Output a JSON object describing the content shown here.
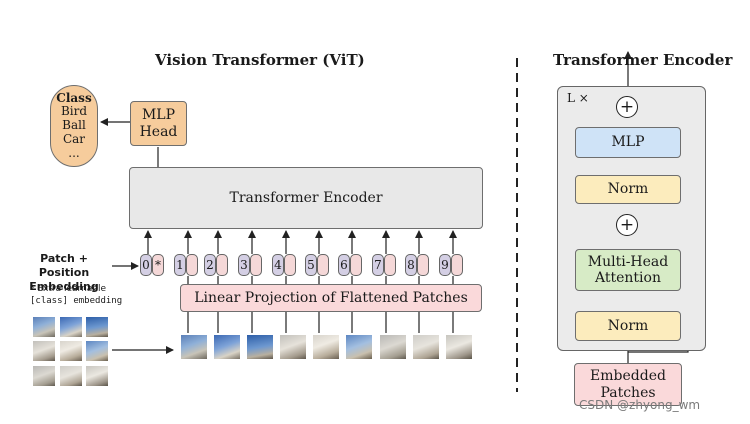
{
  "vit": {
    "title": "Vision Transformer (ViT)",
    "class_box": {
      "title": "Class",
      "items": [
        "Bird",
        "Ball",
        "Car",
        "..."
      ]
    },
    "mlp_head": [
      "MLP",
      "Head"
    ],
    "encoder_label": "Transformer Encoder",
    "tokens": [
      "0",
      "1",
      "2",
      "3",
      "4",
      "5",
      "6",
      "7",
      "8",
      "9"
    ],
    "extra_token_mark": "*",
    "patch_pos_label": [
      "Patch + Position",
      "Embedding"
    ],
    "extra_note": [
      "* Extra learnable",
      "[class] embedding"
    ],
    "linear_projection_label": "Linear Projection of Flattened Patches"
  },
  "encoder_detail": {
    "title": "Transformer Encoder",
    "repeat_label": "L ×",
    "mlp_label": "MLP",
    "norm_label": "Norm",
    "attention_label": [
      "Multi-Head",
      "Attention"
    ],
    "add_symbol": "+",
    "embedded_patches_label": [
      "Embedded",
      "Patches"
    ]
  },
  "watermark": "CSDN @zhyong_wm",
  "colors": {
    "class_box": "#f6cc9c",
    "mlp_head": "#f6cc9c",
    "encoder_gray": "#e8e8e8",
    "position_token": "#d4cfe4",
    "patch_token": "#f5d8d8",
    "linear_projection": "#fad9da",
    "encoder_panel": "#ebebeb",
    "mlp_block": "#cfe3f7",
    "norm_block": "#fcecbd",
    "attention_block": "#d7ebc6",
    "embedded_patches": "#fad9da"
  },
  "icons": [
    "dashed-divider",
    "arrow-icon",
    "add-icon",
    "image-patch-icon"
  ]
}
